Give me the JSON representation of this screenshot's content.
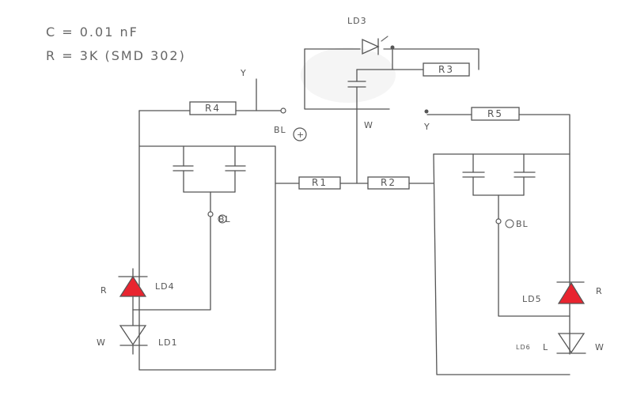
{
  "notes": {
    "capacitor": "C = 0.01 nF",
    "resistor": "R = 3K (SMD 302)"
  },
  "resistors": {
    "r1": "R1",
    "r2": "R2",
    "r3": "R3",
    "r4": "R4",
    "r5": "R5"
  },
  "leds": {
    "ld1": "LD1",
    "ld3": "LD3",
    "ld4": "LD4",
    "ld5": "LD5",
    "ld6_partial": "LD6",
    "ld6_letter": "L"
  },
  "wire_labels": {
    "y_left": "Y",
    "y_right": "Y",
    "bl_top": "BL",
    "bl_top_symbol": "+",
    "bl_left": "BL",
    "bl_right": "BL",
    "w_top": "W",
    "r_left": "R",
    "w_left": "W",
    "r_right": "R",
    "w_right": "W"
  },
  "colors": {
    "ink": "#555555",
    "led_fill": "#e8242f",
    "paper": "#ffffff"
  }
}
